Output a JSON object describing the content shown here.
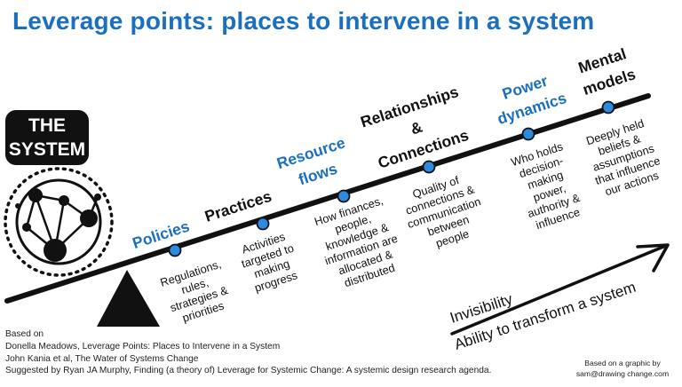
{
  "title": "Leverage points: places to intervene in a system",
  "logo_lines": [
    "THE",
    "SYSTEM"
  ],
  "colors": {
    "accent": "#1b6fbf",
    "ink": "#111111",
    "dot": "#2a8be0"
  },
  "points": [
    {
      "name_lines": [
        "Policies"
      ],
      "name_color": "accent",
      "desc_lines": [
        "Regulations,",
        "rules,",
        "strategies &",
        "priorities"
      ]
    },
    {
      "name_lines": [
        "Practices"
      ],
      "name_color": "ink",
      "desc_lines": [
        "Activities",
        "targeted to",
        "making",
        "progress"
      ]
    },
    {
      "name_lines": [
        "Resource",
        "flows"
      ],
      "name_color": "accent",
      "desc_lines": [
        "How finances,",
        "people,",
        "knowledge &",
        "information are",
        "allocated &",
        "distributed"
      ]
    },
    {
      "name_lines": [
        "Relationships",
        "&",
        "Connections"
      ],
      "name_color": "ink",
      "desc_lines": [
        "Quality of",
        "connections &",
        "communication",
        "between",
        "people"
      ]
    },
    {
      "name_lines": [
        "Power",
        "dynamics"
      ],
      "name_color": "accent",
      "desc_lines": [
        "Who holds",
        "decision-",
        "making",
        "power,",
        "authority &",
        "influence"
      ]
    },
    {
      "name_lines": [
        "Mental",
        "models"
      ],
      "name_color": "ink",
      "desc_lines": [
        "Deeply held",
        "beliefs &",
        "assumptions",
        "that influence",
        "our actions"
      ]
    }
  ],
  "arrow_labels": [
    "Invisibility",
    "Ability to transform a system"
  ],
  "sources": [
    "Based on",
    "Donella Meadows, Leverage Points: Places to Intervene in a System",
    "John Kania et al, The Water of Systems Change",
    "Suggested by Ryan JA Murphy, Finding (a theory of) Leverage for Systemic Change: A systemic design research agenda."
  ],
  "credit_lines": [
    "Based on a graphic by",
    "sam@drawing change.com"
  ]
}
